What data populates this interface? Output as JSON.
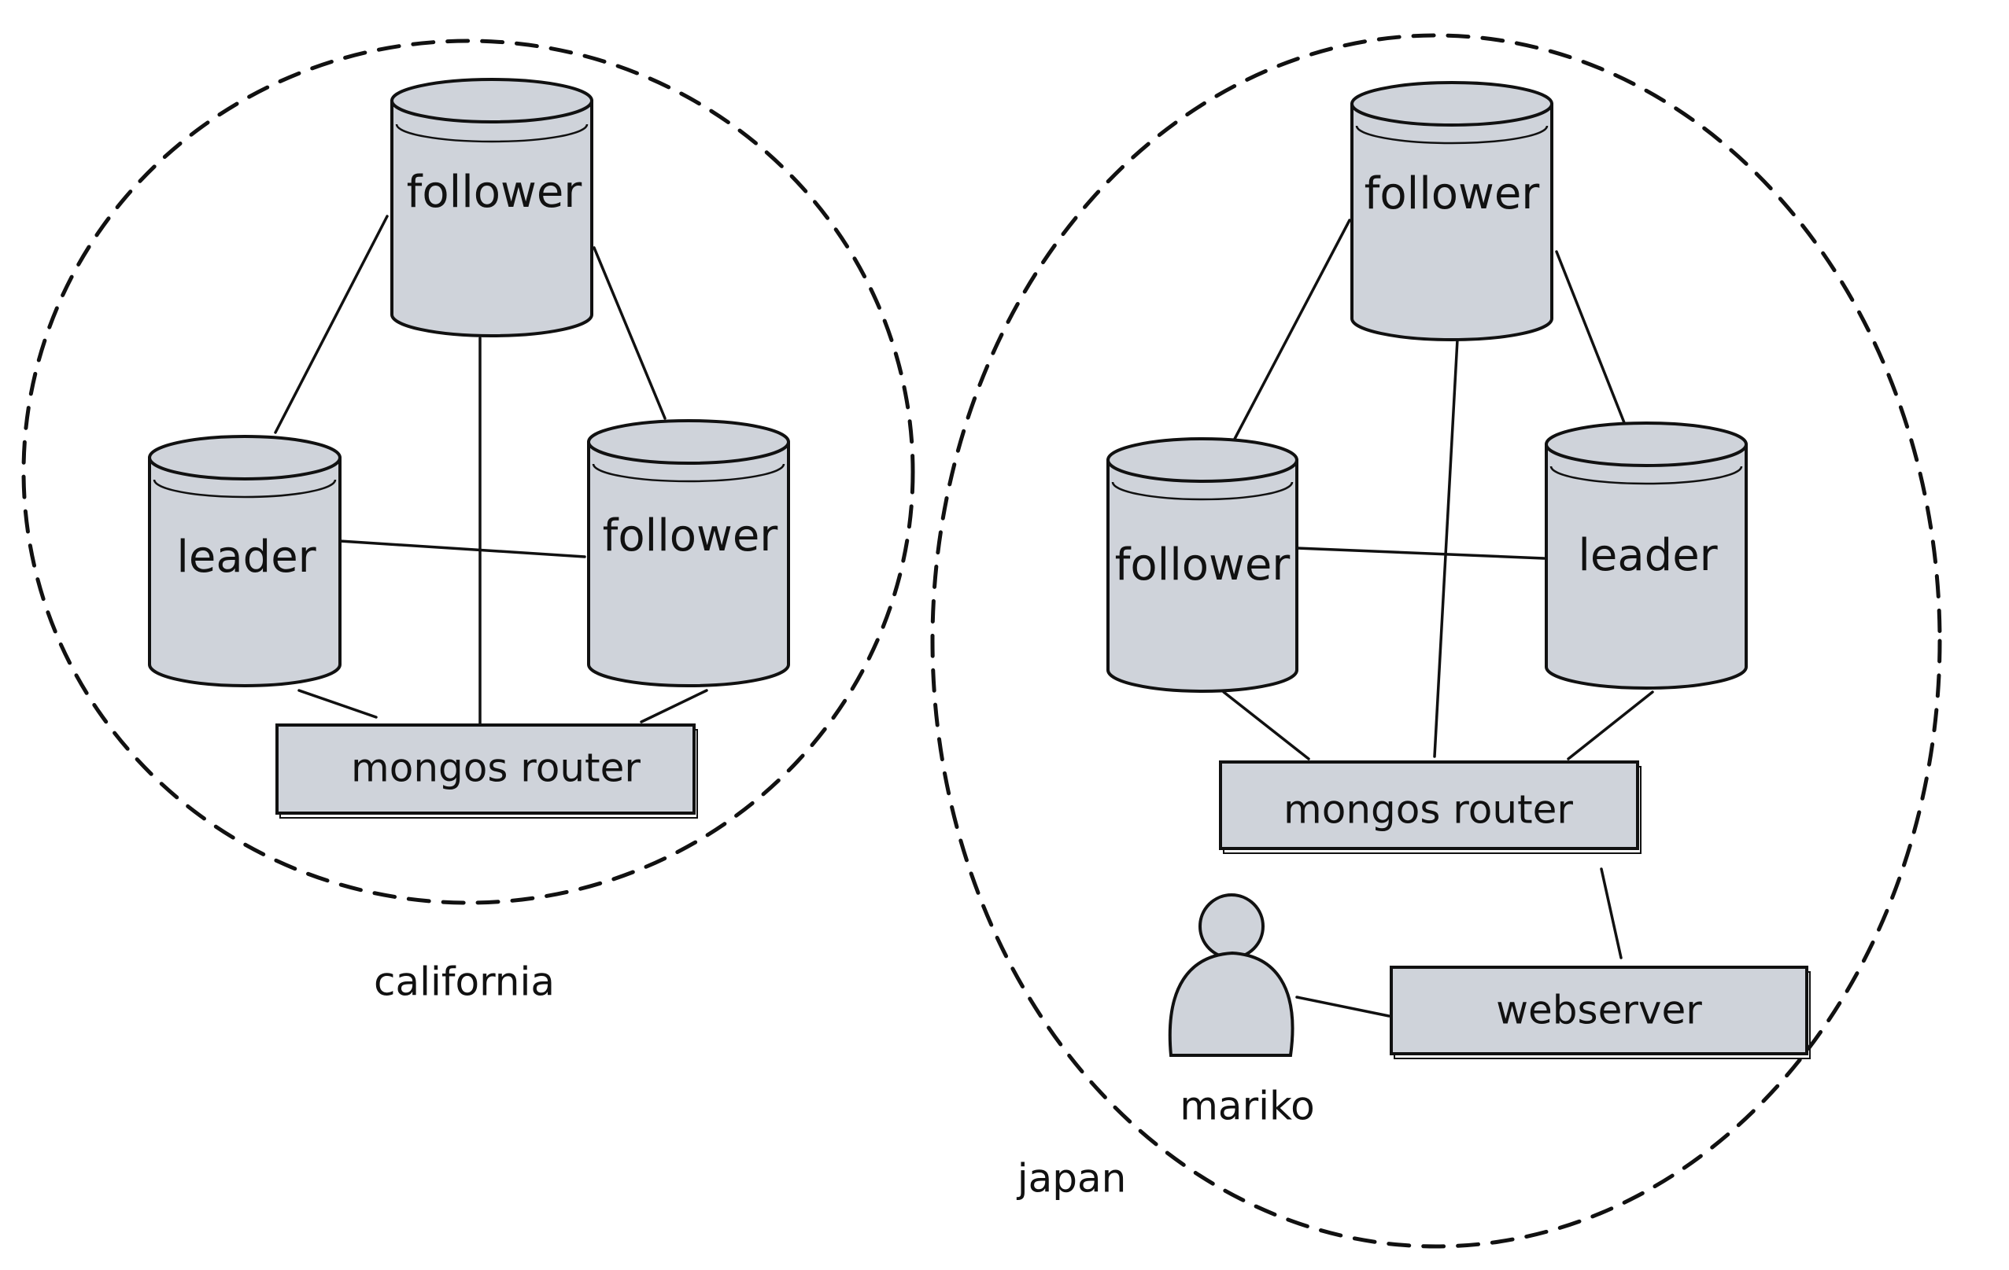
{
  "regions": {
    "california": {
      "label": "california"
    },
    "japan": {
      "label": "japan"
    }
  },
  "california": {
    "top": {
      "label": "follower"
    },
    "left": {
      "label": "leader"
    },
    "right": {
      "label": "follower"
    },
    "router": {
      "label": "mongos router"
    }
  },
  "japan": {
    "top": {
      "label": "follower"
    },
    "left": {
      "label": "follower"
    },
    "right": {
      "label": "leader"
    },
    "router": {
      "label": "mongos router"
    },
    "webserver": {
      "label": "webserver"
    },
    "user": {
      "label": "mariko",
      "icon": "person-icon"
    }
  },
  "colors": {
    "fill": "#cfd3da",
    "stroke": "#111111"
  }
}
